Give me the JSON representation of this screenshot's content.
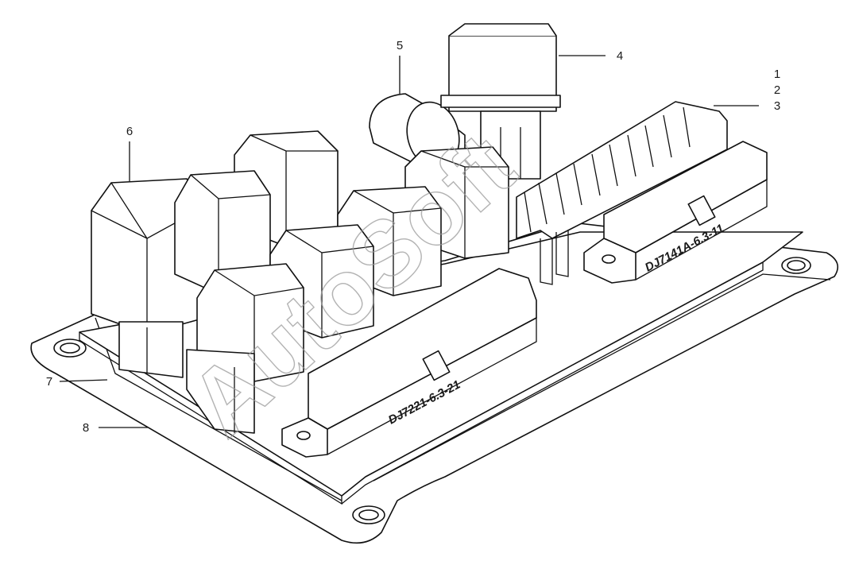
{
  "diagram": {
    "callouts": [
      "1",
      "2",
      "3",
      "4",
      "5",
      "6",
      "7",
      "8"
    ],
    "connector_labels": [
      "DJ7221-6.3-21",
      "DJ7141A-6.3-11"
    ],
    "watermark": "AutoSoft"
  }
}
